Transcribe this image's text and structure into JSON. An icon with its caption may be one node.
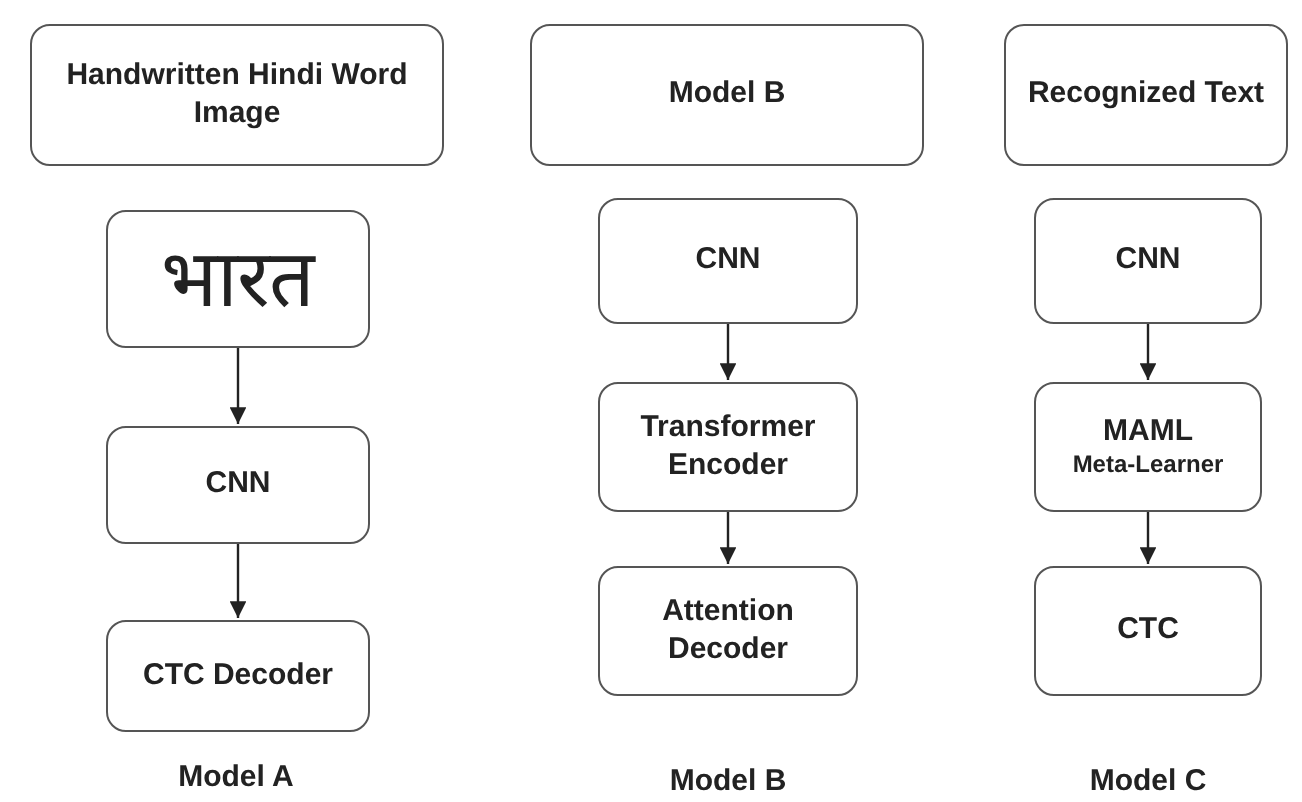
{
  "diagram": {
    "nodes": [
      {
        "text": [
          "Handwritten Hindi Word Image"
        ]
      },
      {
        "text": [
          "Model B"
        ]
      },
      {
        "text": [
          "Recognized Text"
        ]
      },
      {
        "text": [
          "भारत"
        ]
      },
      {
        "text": [
          "CNN"
        ]
      },
      {
        "text": [
          "CTC Decoder"
        ]
      },
      {
        "text": [
          "CNN"
        ]
      },
      {
        "text": [
          "Transformer Encoder"
        ]
      },
      {
        "text": [
          "Attention Decoder"
        ]
      },
      {
        "text": [
          "CNN"
        ]
      },
      {
        "text": [
          "MAML",
          "Meta-Learner"
        ]
      },
      {
        "text": [
          "CTC"
        ]
      }
    ],
    "edges": [
      {
        "from": 3,
        "to": 4,
        "arrow": "to"
      },
      {
        "from": 4,
        "to": 5,
        "arrow": "to"
      },
      {
        "from": 6,
        "to": 7,
        "arrow": "to"
      },
      {
        "from": 7,
        "to": 8,
        "arrow": "to"
      },
      {
        "from": 9,
        "to": 10,
        "arrow": "to"
      },
      {
        "from": 10,
        "to": 11,
        "arrow": "to"
      }
    ],
    "labels": [
      "Model A",
      "Model B",
      "Model C"
    ]
  }
}
